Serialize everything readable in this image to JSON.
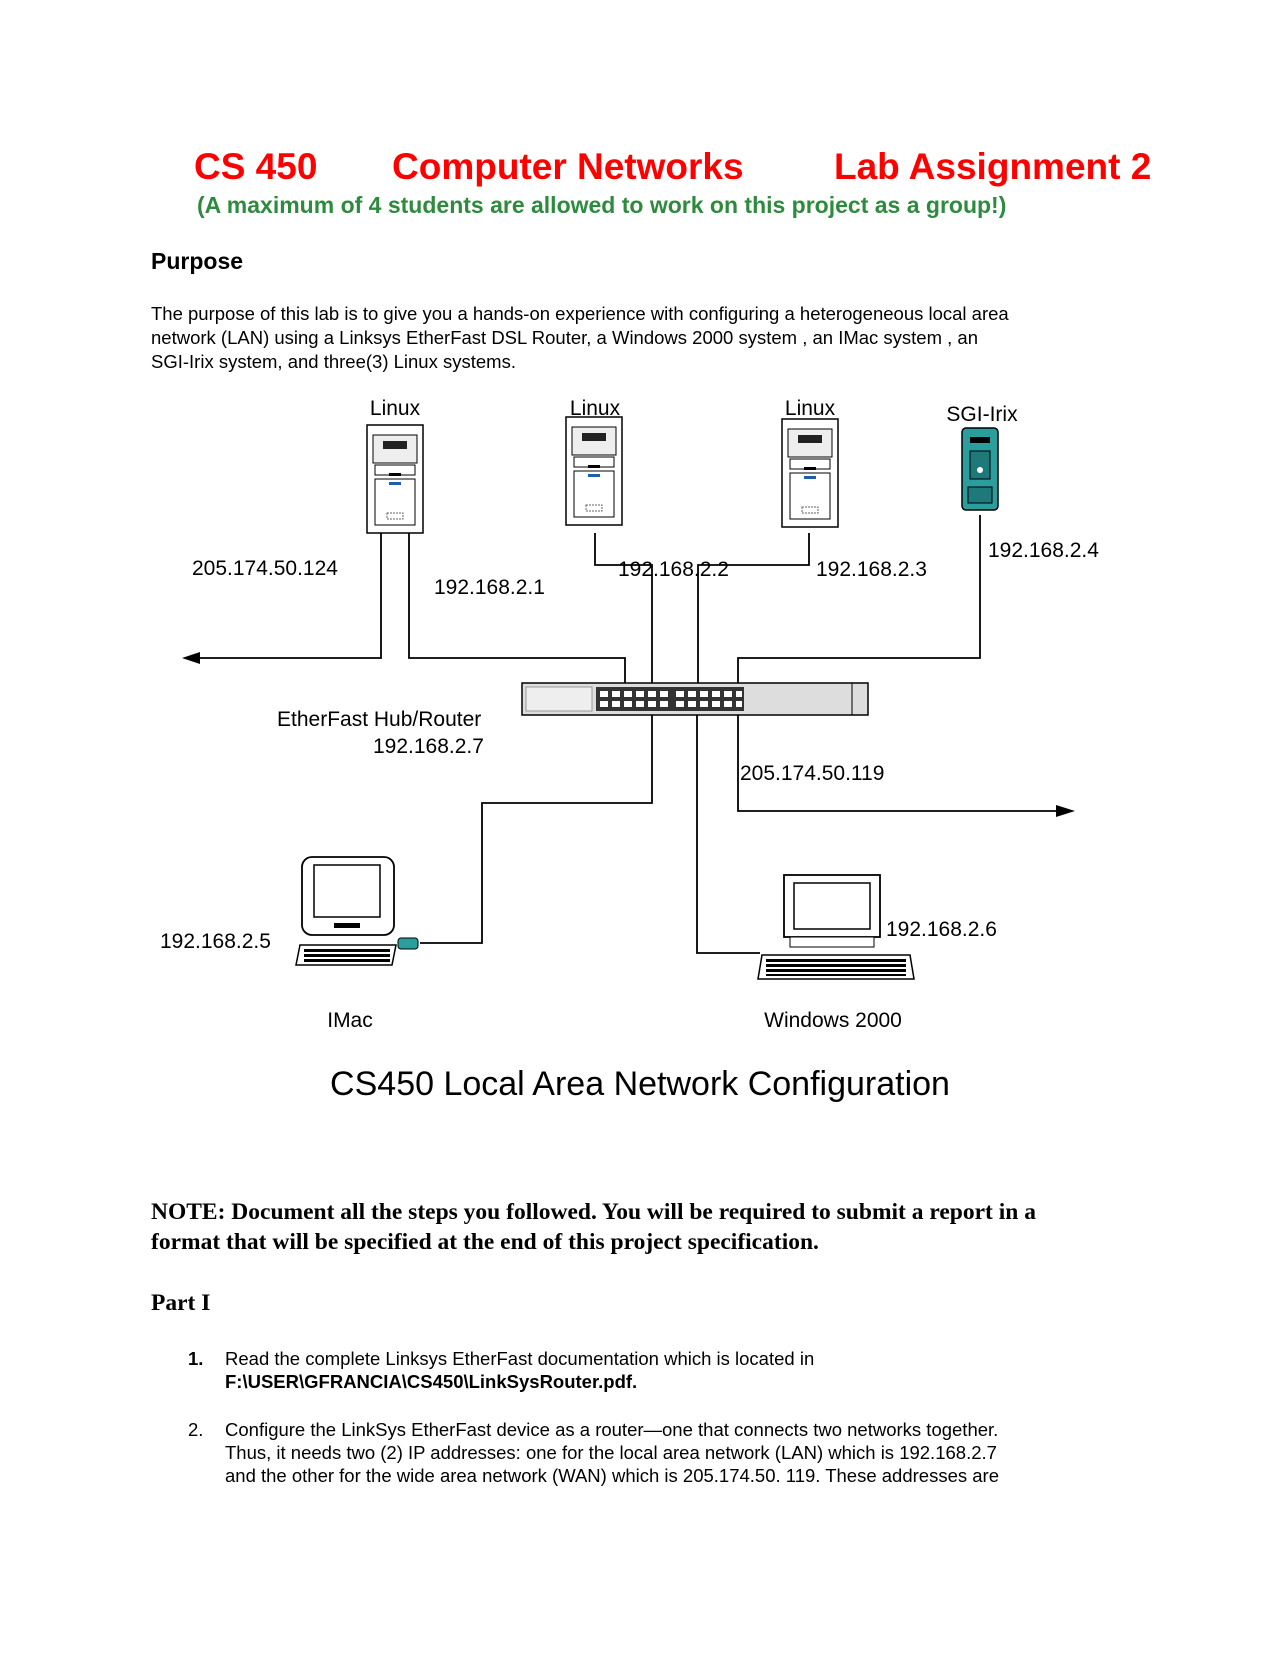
{
  "header": {
    "course": "CS 450",
    "subject": "Computer Networks",
    "assignment": "Lab Assignment 2",
    "group_note": "(A maximum of 4 students are allowed to work on this project as a group!)"
  },
  "purpose": {
    "heading": "Purpose",
    "lines": [
      "The purpose of this lab is to give you a hands-on experience with configuring a heterogeneous local area",
      "network (LAN) using a Linksys EtherFast DSL Router, a Windows 2000 system , an IMac system , an",
      "SGI-Irix system, and three(3) Linux systems."
    ]
  },
  "diagram": {
    "caption": "CS450 Local Area Network Configuration",
    "nodes": {
      "linux1": {
        "label": "Linux",
        "ip": "205.174.50.124",
        "ip2": "192.168.2.1"
      },
      "linux2": {
        "label": "Linux",
        "ip": "192.168.2.2"
      },
      "linux3": {
        "label": "Linux",
        "ip": "192.168.2.3"
      },
      "sgi": {
        "label": "SGI-Irix",
        "ip": "192.168.2.4"
      },
      "router": {
        "label": "EtherFast Hub/Router",
        "ip": "192.168.2.7",
        "wan_ip": "205.174.50.119"
      },
      "imac": {
        "label": "IMac",
        "ip": "192.168.2.5"
      },
      "win2000": {
        "label": "Windows 2000",
        "ip": "192.168.2.6"
      }
    },
    "colors": {
      "sgi_case": "#2a9d9d",
      "line": "#000000"
    }
  },
  "note": {
    "lines": [
      "NOTE: Document all the steps you followed. You will be required to submit a report in a",
      "format that will be specified at the end of this project specification."
    ]
  },
  "part1": {
    "heading": "Part I",
    "items": [
      {
        "number": "1.",
        "lines": [
          "Read the complete Linksys EtherFast documentation which is located in"
        ],
        "path": "F:\\USER\\GFRANCIA\\CS450\\LinkSysRouter.pdf."
      },
      {
        "number": "2.",
        "lines": [
          "Configure the LinkSys EtherFast device as a router—one that connects two networks together.",
          "Thus, it needs two (2) IP addresses: one for the local area network (LAN) which is 192.168.2.7",
          "and the other for the wide area network (WAN) which is 205.174.50. 119. These addresses are"
        ]
      }
    ]
  }
}
